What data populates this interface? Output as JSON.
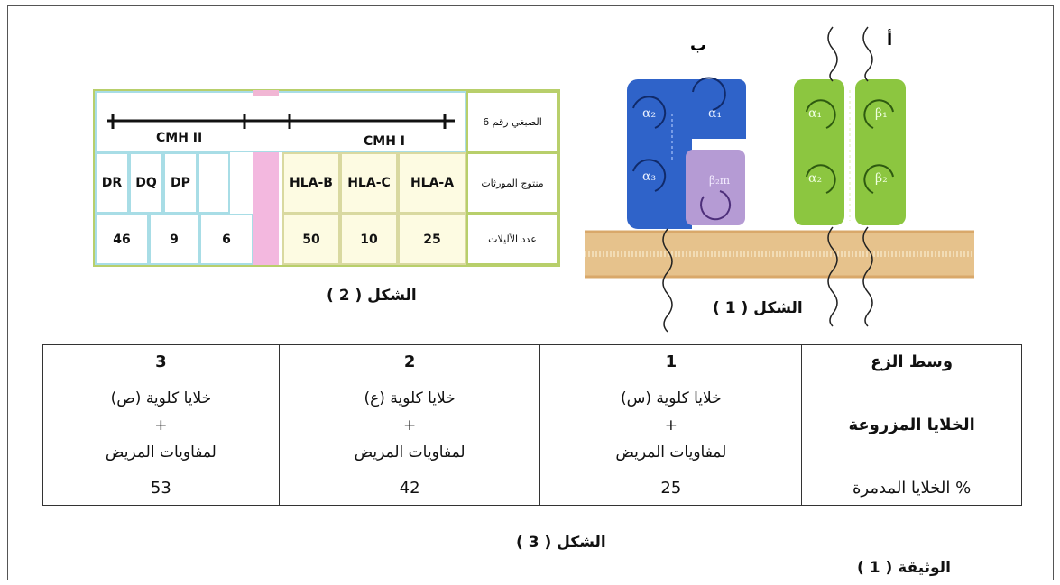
{
  "fig1": {
    "label_a": "أ",
    "label_b": "ب",
    "alpha1": "α₁",
    "alpha2": "α₂",
    "alpha3": "α₃",
    "beta2m": "β₂m",
    "g_alpha1": "α₁",
    "g_alpha2": "α₂",
    "g_beta1": "β₁",
    "g_beta2": "β₂",
    "caption": "الشكل ( 1 )"
  },
  "fig2": {
    "row_labels": [
      "الصبغي رقم 6",
      "منتوج المورثات",
      "عدد الأليلات"
    ],
    "cmh2": "CMH II",
    "cmh1": "CMH I",
    "genes": [
      "DR",
      "DQ",
      "DP",
      "HLA-B",
      "HLA-C",
      "HLA-A"
    ],
    "alleles": [
      "46",
      "9",
      "6",
      "50",
      "10",
      "25"
    ],
    "caption": "الشكل ( 2 )"
  },
  "fig3": {
    "header_label": "وسط الزع",
    "columns": [
      "3",
      "2",
      "1"
    ],
    "row1_label": "الخلايا المزروعة",
    "cells": [
      {
        "line1": "خلايا كلوية (ص)",
        "plus": "+",
        "line3": "لمفاويات المريض"
      },
      {
        "line1": "خلايا كلوية (ع)",
        "plus": "+",
        "line3": "لمفاويات المريض"
      },
      {
        "line1": "خلايا كلوية (س)",
        "plus": "+",
        "line3": "لمفاويات المريض"
      }
    ],
    "row2_label": "% الخلايا المدمرة",
    "destroyed": [
      "53",
      "42",
      "25"
    ],
    "caption": "الشكل ( 3 )"
  },
  "document_caption": "الوثيقة ( 1 )",
  "colors": {
    "mhc1_blue": "#2f63c9",
    "beta2m_purple": "#b59bd4",
    "mhc2_green": "#8cc640",
    "membrane": "#e6c28c"
  }
}
